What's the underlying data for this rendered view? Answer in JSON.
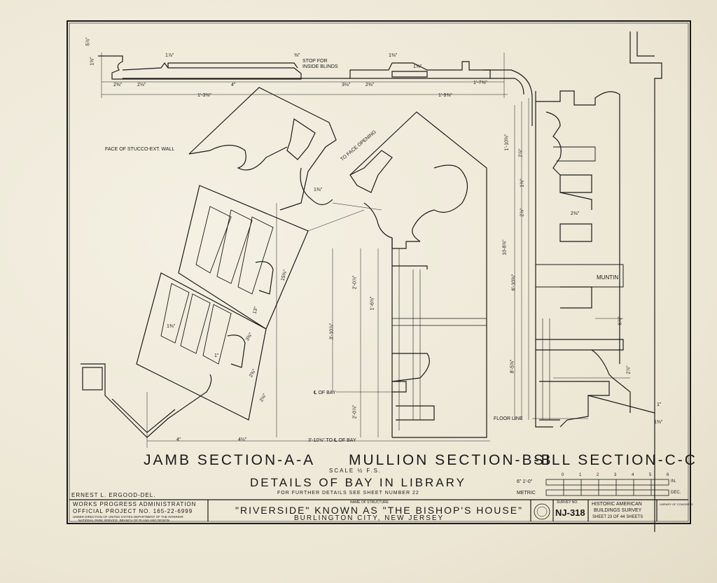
{
  "sections": {
    "jamb": "JAMB SECTION-A-A",
    "mullion": "MULLION SECTION-B-B",
    "sill": "SILL SECTION-C-C",
    "scale": "SCALE ½ F.S."
  },
  "title": {
    "main": "DETAILS OF BAY IN LIBRARY",
    "note": "FOR FURTHER DETAILS SEE SHEET NUMBER 22",
    "delineator": "ERNEST L. ERGOOD-DEL."
  },
  "scale_bar": {
    "imperial_label": "6\"  1'-0\"",
    "metric_label": "METRIC",
    "ticks": [
      "0",
      "1",
      "2",
      "3",
      "4",
      "5",
      "6"
    ],
    "in_unit": "IN.",
    "dec_unit": "DEC."
  },
  "title_block": {
    "wpa_line1": "WORKS PROGRESS ADMINISTRATION",
    "wpa_line2": "OFFICIAL PROJECT NO. 165-22-6999",
    "wpa_line3": "UNDER DIRECTION OF UNITED STATES DEPARTMENT OF THE INTERIOR",
    "wpa_line4": "NATIONAL PARK SERVICE, BRANCH OF PLANS AND DESIGN",
    "structure_label": "NAME OF STRUCTURE",
    "structure_name": "\"RIVERSIDE\" KNOWN AS \"THE BISHOP'S HOUSE\"",
    "location": "BURLINGTON CITY, NEW JERSEY",
    "survey_label": "SURVEY NO.",
    "survey_no": "NJ-318",
    "habs_line1": "HISTORIC AMERICAN",
    "habs_line2": "BUILDINGS SURVEY",
    "sheet": "SHEET 23 OF 44 SHEETS",
    "library_note": "LIBRARY OF CONGRESS"
  },
  "annotations": {
    "stop": "STOP FOR INSIDE BLINDS",
    "stucco": "FACE OF STUCCO-EXT. WALL",
    "glass": "TO FACE OPENING",
    "muntin": "MUNTIN",
    "floor": "FLOOR LINE",
    "cl_bay": "℄ OF BAY"
  },
  "dimensions": {
    "top": [
      "2⅜\"",
      "2⅛\"",
      "4\"",
      "3⅛\"",
      "2⅜\"",
      "1'-7⅜\"",
      "1'-3⅜\"",
      "1'-9⅜\""
    ],
    "small_top": [
      "1⅞\"",
      "⅜\"",
      "1⅜\"",
      "1⅜\""
    ],
    "vertical_left": [
      "15⅜\"",
      "13\"",
      "3'-10⅞\"",
      "2'-0⅞\"",
      "1'-6⅜\"",
      "2'-0⅞\""
    ],
    "vertical_mid": [
      "10-8⅜\"",
      "6'-10⅜\"",
      "1'-10⅜\"",
      "8'-5⅜\""
    ],
    "bottom": [
      "4\"",
      "4½\"",
      "3'-10⅝\" TO ℄ OF BAY"
    ],
    "sill": [
      "2⅜\"",
      "2⅞\"",
      "1⅜\"",
      "2⅞\"",
      "6⅞\"",
      "2⅞\"",
      "1\"",
      "1⅜\""
    ],
    "jamb_small": [
      "1⅜\"",
      "1⅜\"",
      "1\"",
      "3⅜\"",
      "2⅜\"",
      "2⅛\""
    ],
    "top_left": [
      "5⅞\"",
      "1⅜\""
    ]
  }
}
